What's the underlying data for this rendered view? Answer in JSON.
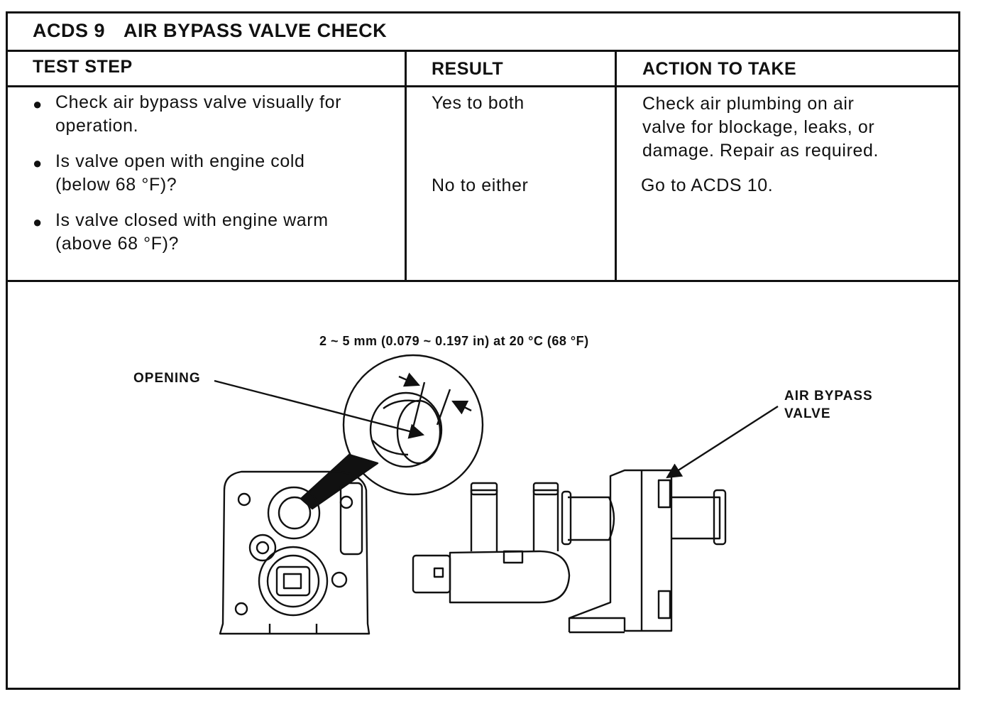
{
  "header": {
    "code": "ACDS 9",
    "title": "AIR BYPASS VALVE CHECK"
  },
  "columns": {
    "test_step": "TEST STEP",
    "result": "RESULT",
    "action": "ACTION TO TAKE"
  },
  "test_steps": [
    {
      "line1": "Check air bypass valve visually for",
      "line2": "operation."
    },
    {
      "line1": "Is valve open with engine cold",
      "line2": "(below 68 °F)?"
    },
    {
      "line1": "Is valve closed with engine warm",
      "line2": "(above 68 °F)?"
    }
  ],
  "results": [
    "Yes to both",
    "No to either"
  ],
  "actions": [
    {
      "line1": "Check air plumbing on air",
      "line2": "valve for blockage, leaks, or",
      "line3": "damage. Repair as required."
    },
    {
      "line1": "Go to ACDS 10."
    }
  ],
  "figure": {
    "dimension": "2 ~ 5 mm (0.079 ~ 0.197 in) at 20 °C (68 °F)",
    "label_opening": "OPENING",
    "label_valve_line1": "AIR BYPASS",
    "label_valve_line2": "VALVE"
  }
}
